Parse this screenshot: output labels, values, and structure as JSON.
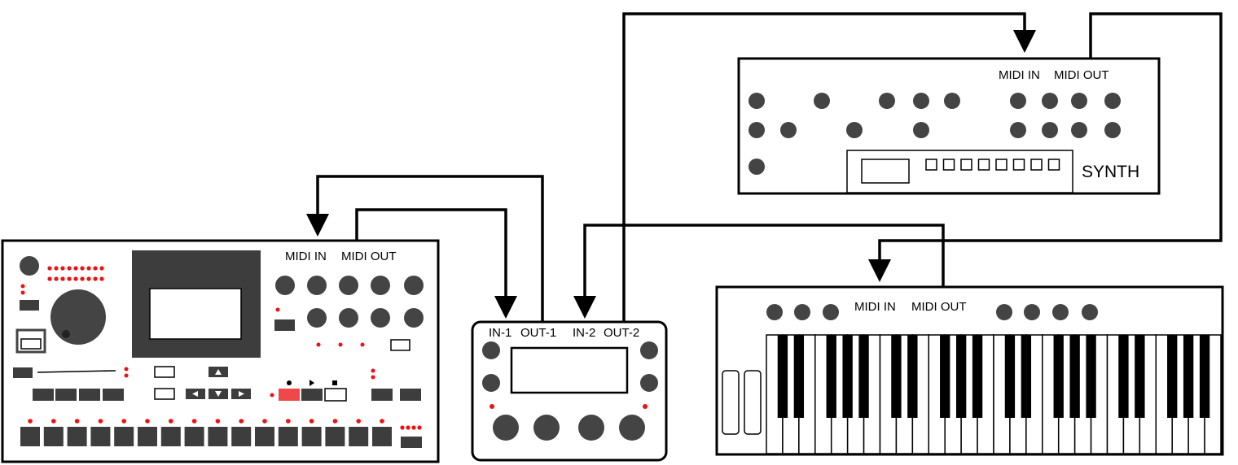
{
  "colors": {
    "outline": "#000000",
    "knob": "#444444",
    "button": "#3d3d3d",
    "led": "#ee1111",
    "active_button": "#f04848",
    "background": "#ffffff"
  },
  "groovebox": {
    "midi_in_label": "MIDI IN",
    "midi_out_label": "MIDI OUT",
    "transport_icons": [
      "record-icon",
      "play-icon",
      "stop-icon"
    ],
    "arrow_icons": [
      "up-arrow-icon",
      "left-arrow-icon",
      "down-arrow-icon",
      "right-arrow-icon"
    ]
  },
  "interface": {
    "in1_label": "IN-1",
    "out1_label": "OUT-1",
    "in2_label": "IN-2",
    "out2_label": "OUT-2"
  },
  "synth": {
    "midi_in_label": "MIDI IN",
    "midi_out_label": "MIDI OUT",
    "name": "SYNTH"
  },
  "keyboard": {
    "midi_in_label": "MIDI IN",
    "midi_out_label": "MIDI OUT"
  }
}
